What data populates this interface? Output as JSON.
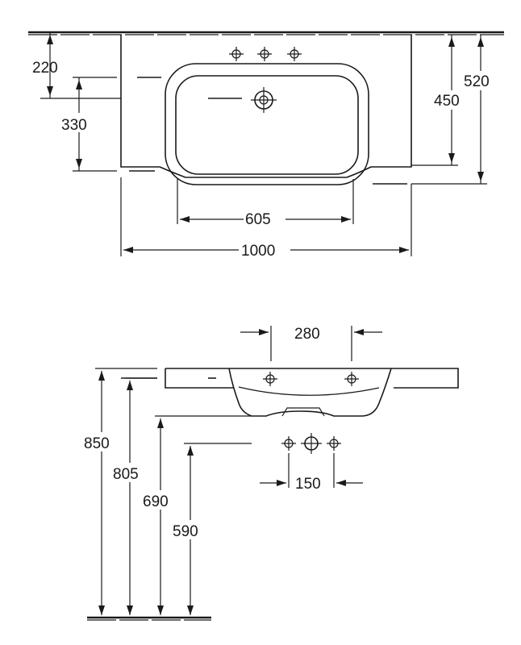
{
  "top_view": {
    "dim_220": "220",
    "dim_330": "330",
    "dim_450": "450",
    "dim_520": "520",
    "dim_605": "605",
    "dim_1000": "1000"
  },
  "side_view": {
    "dim_280": "280",
    "dim_150": "150",
    "dim_850": "850",
    "dim_805": "805",
    "dim_690": "690",
    "dim_590": "590"
  },
  "colors": {
    "line": "#1a1a1a",
    "background": "#ffffff"
  }
}
